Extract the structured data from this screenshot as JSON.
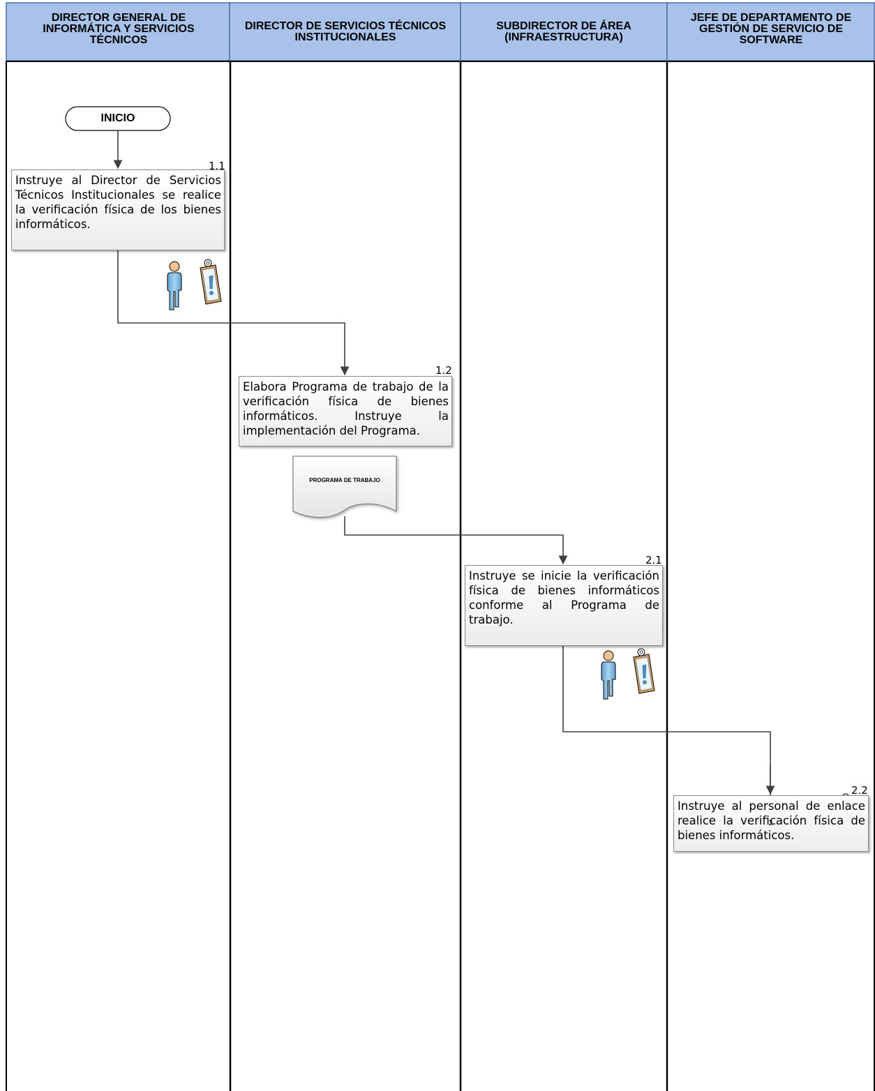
{
  "lanes": [
    {
      "title": "DIRECTOR GENERAL DE INFORMÁTICA Y SERVICIOS TÉCNICOS"
    },
    {
      "title": "DIRECTOR DE SERVICIOS TÉCNICOS INSTITUCIONALES"
    },
    {
      "title": "SUBDIRECTOR DE ÁREA (INFRAESTRUCTURA)"
    },
    {
      "title": "JEFE DE DEPARTAMENTO DE GESTIÓN DE SERVICIO DE SOFTWARE"
    }
  ],
  "start": {
    "label": "INICIO"
  },
  "steps": [
    {
      "number": "1.1",
      "text": "Instruye al Director de Servicios Técnicos Institucionales se realice la verificación física de los bienes informáticos."
    },
    {
      "number": "1.2",
      "text": "Elabora Programa de trabajo de la verificación física de bienes informáticos. Instruye la implementación del Programa."
    },
    {
      "number": "2.1",
      "text": "Instruye se inicie la verificación física de bienes informáticos conforme al Programa de trabajo."
    },
    {
      "number": "2.2",
      "text": "Instruye al personal de enlace realice la verificación física de bienes informáticos."
    }
  ],
  "document": {
    "label": "PROGRAMA DE TRABAJO"
  },
  "connector": {
    "label": "2"
  },
  "icons": [
    "person-icon",
    "clipboard-icon"
  ],
  "colors": {
    "header_fill": "#a8c2ea",
    "header_border": "#4a6fa8",
    "lane_line": "#000000",
    "arrow": "#404040",
    "person_body": "#8ec3e6",
    "person_head": "#f1c28e",
    "clipboard": "#d9a15f"
  }
}
